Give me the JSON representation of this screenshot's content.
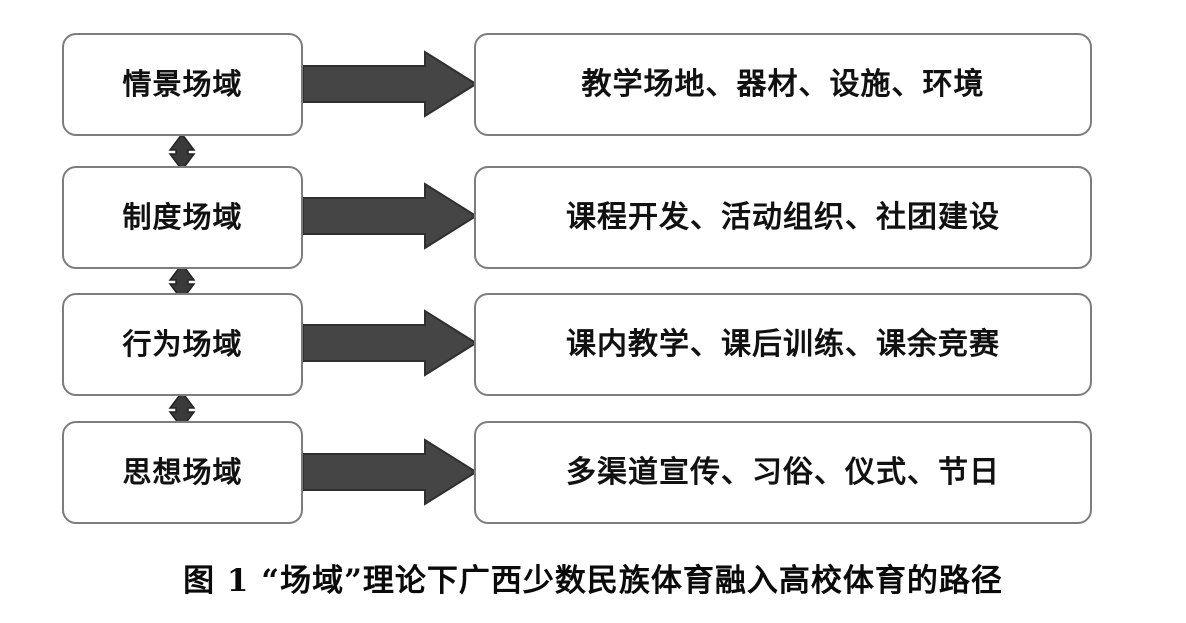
{
  "figure": {
    "caption": "图 1 “场域”理论下广西少数民族体育融入高校体育的路径",
    "background_color": "#ffffff",
    "box_border_color": "#7d7d7d",
    "arrow_color": "#454545",
    "text_color": "#111111"
  },
  "rows": [
    {
      "field_label": "情景场域",
      "content_label": "教学场地、器材、设施、环境",
      "arrow": "right-block-arrow"
    },
    {
      "field_label": "制度场域",
      "content_label": "课程开发、活动组织、社团建设",
      "arrow": "right-block-arrow"
    },
    {
      "field_label": "行为场域",
      "content_label": "课内教学、课后训练、课余竞赛",
      "arrow": "right-block-arrow"
    },
    {
      "field_label": "思想场域",
      "content_label": "多渠道宣传、习俗、仪式、节日",
      "arrow": "right-block-arrow"
    }
  ],
  "connectors": [
    {
      "name": "vertical-double-arrow-1-2",
      "type": "double-headed-vertical-arrow"
    },
    {
      "name": "vertical-double-arrow-2-3",
      "type": "double-headed-vertical-arrow"
    },
    {
      "name": "vertical-double-arrow-3-4",
      "type": "double-headed-vertical-arrow"
    }
  ]
}
